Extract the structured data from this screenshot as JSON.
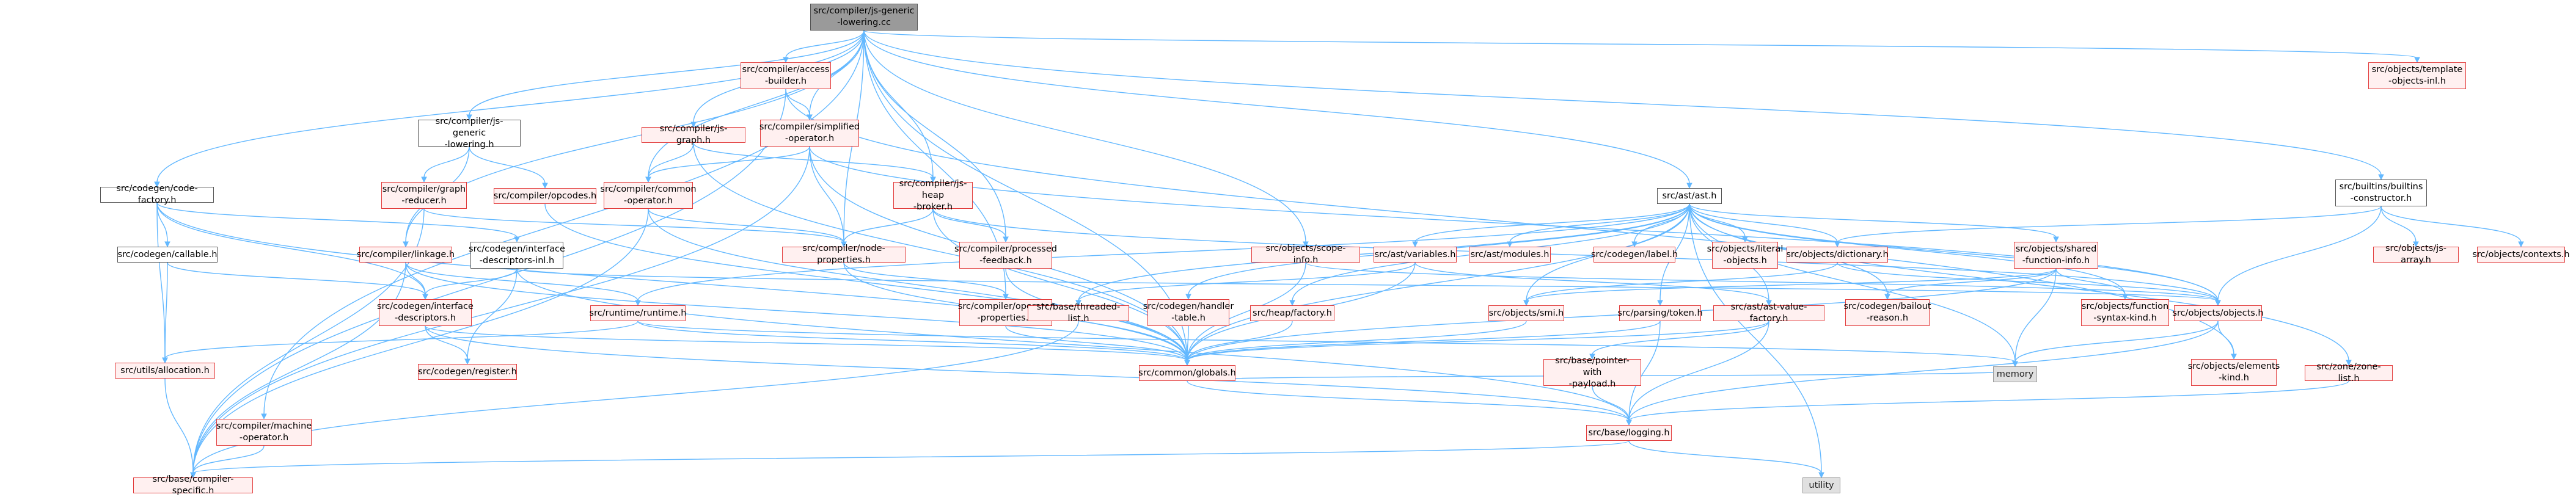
{
  "colors": {
    "edge": "#63b8ff",
    "red_border": "#e23b3b",
    "red_fill": "#fff0f0",
    "dark_border": "#555555",
    "grey_fill": "#e0e0e0",
    "root_fill": "#9a9a9a"
  },
  "nodes": {
    "root": {
      "label": "src/compiler/js-generic\n-lowering.cc",
      "style": "root"
    },
    "access_builder": {
      "label": "src/compiler/access\n-builder.h",
      "style": "red"
    },
    "template_objects": {
      "label": "src/objects/template\n-objects-inl.h",
      "style": "red"
    },
    "jsgl_h": {
      "label": "src/compiler/js-generic\n-lowering.h",
      "style": "dark"
    },
    "jsgraph": {
      "label": "src/compiler/js-graph.h",
      "style": "red"
    },
    "simplified": {
      "label": "src/compiler/simplified\n-operator.h",
      "style": "red"
    },
    "ast": {
      "label": "src/ast/ast.h",
      "style": "dark"
    },
    "builtins_ctor": {
      "label": "src/builtins/builtins\n-constructor.h",
      "style": "dark"
    },
    "code_factory": {
      "label": "src/codegen/code-factory.h",
      "style": "dark"
    },
    "graph_reducer": {
      "label": "src/compiler/graph\n-reducer.h",
      "style": "red"
    },
    "opcodes": {
      "label": "src/compiler/opcodes.h",
      "style": "red"
    },
    "common_op": {
      "label": "src/compiler/common\n-operator.h",
      "style": "red"
    },
    "js_heap_broker": {
      "label": "src/compiler/js-heap\n-broker.h",
      "style": "red"
    },
    "node_props": {
      "label": "src/compiler/node-properties.h",
      "style": "red"
    },
    "processed_fb": {
      "label": "src/compiler/processed\n-feedback.h",
      "style": "red"
    },
    "callable": {
      "label": "src/codegen/callable.h",
      "style": "dark"
    },
    "linkage": {
      "label": "src/compiler/linkage.h",
      "style": "red"
    },
    "iface_desc_inl": {
      "label": "src/codegen/interface\n-descriptors-inl.h",
      "style": "dark"
    },
    "iface_desc": {
      "label": "src/codegen/interface\n-descriptors.h",
      "style": "red"
    },
    "runtime": {
      "label": "src/runtime/runtime.h",
      "style": "red"
    },
    "allocation": {
      "label": "src/utils/allocation.h",
      "style": "red"
    },
    "register": {
      "label": "src/codegen/register.h",
      "style": "red"
    },
    "op_props": {
      "label": "src/compiler/operator\n-properties.h",
      "style": "red"
    },
    "scope_info": {
      "label": "src/objects/scope-info.h",
      "style": "red"
    },
    "variables": {
      "label": "src/ast/variables.h",
      "style": "red"
    },
    "modules": {
      "label": "src/ast/modules.h",
      "style": "red"
    },
    "label_h": {
      "label": "src/codegen/label.h",
      "style": "red"
    },
    "literal_objects": {
      "label": "src/objects/literal\n-objects.h",
      "style": "red"
    },
    "dictionary": {
      "label": "src/objects/dictionary.h",
      "style": "red"
    },
    "shared_fi": {
      "label": "src/objects/shared\n-function-info.h",
      "style": "red"
    },
    "threaded_list": {
      "label": "src/base/threaded-list.h",
      "style": "red"
    },
    "handler_table": {
      "label": "src/codegen/handler\n-table.h",
      "style": "red"
    },
    "heap_factory": {
      "label": "src/heap/factory.h",
      "style": "red"
    },
    "smi": {
      "label": "src/objects/smi.h",
      "style": "red"
    },
    "token": {
      "label": "src/parsing/token.h",
      "style": "red"
    },
    "ast_value_factory": {
      "label": "src/ast/ast-value-factory.h",
      "style": "red"
    },
    "bailout": {
      "label": "src/codegen/bailout\n-reason.h",
      "style": "red"
    },
    "function_kind": {
      "label": "src/objects/function\n-syntax-kind.h",
      "style": "red"
    },
    "objects": {
      "label": "src/objects/objects.h",
      "style": "red"
    },
    "js_array": {
      "label": "src/objects/js-array.h",
      "style": "red"
    },
    "contexts": {
      "label": "src/objects/contexts.h",
      "style": "red"
    },
    "globals": {
      "label": "src/common/globals.h",
      "style": "red"
    },
    "memory": {
      "label": "memory",
      "style": "grey"
    },
    "pointer_payload": {
      "label": "src/base/pointer-with\n-payload.h",
      "style": "red"
    },
    "elements_kind": {
      "label": "src/objects/elements\n-kind.h",
      "style": "red"
    },
    "zone_list": {
      "label": "src/zone/zone-list.h",
      "style": "red"
    },
    "machine_op": {
      "label": "src/compiler/machine\n-operator.h",
      "style": "red"
    },
    "logging": {
      "label": "src/base/logging.h",
      "style": "red"
    },
    "utility": {
      "label": "utility",
      "style": "grey"
    },
    "compiler_specific": {
      "label": "src/base/compiler-specific.h",
      "style": "red"
    }
  },
  "edges": [
    [
      "root",
      "access_builder"
    ],
    [
      "root",
      "template_objects"
    ],
    [
      "root",
      "jsgl_h"
    ],
    [
      "root",
      "jsgraph"
    ],
    [
      "root",
      "simplified"
    ],
    [
      "root",
      "ast"
    ],
    [
      "root",
      "builtins_ctor"
    ],
    [
      "root",
      "code_factory"
    ],
    [
      "root",
      "common_op"
    ],
    [
      "root",
      "js_heap_broker"
    ],
    [
      "root",
      "node_props"
    ],
    [
      "root",
      "processed_fb"
    ],
    [
      "root",
      "linkage"
    ],
    [
      "root",
      "op_props"
    ],
    [
      "root",
      "scope_info"
    ],
    [
      "root",
      "machine_op"
    ],
    [
      "root",
      "globals"
    ],
    [
      "access_builder",
      "simplified"
    ],
    [
      "access_builder",
      "elements_kind"
    ],
    [
      "access_builder",
      "compiler_specific"
    ],
    [
      "jsgl_h",
      "graph_reducer"
    ],
    [
      "jsgl_h",
      "opcodes"
    ],
    [
      "jsgl_h",
      "linkage"
    ],
    [
      "jsgraph",
      "common_op"
    ],
    [
      "jsgraph",
      "js_heap_broker"
    ],
    [
      "jsgraph",
      "globals"
    ],
    [
      "simplified",
      "common_op"
    ],
    [
      "simplified",
      "node_props"
    ],
    [
      "simplified",
      "globals"
    ],
    [
      "simplified",
      "objects"
    ],
    [
      "simplified",
      "compiler_specific"
    ],
    [
      "code_factory",
      "callable"
    ],
    [
      "code_factory",
      "iface_desc"
    ],
    [
      "code_factory",
      "iface_desc_inl"
    ],
    [
      "code_factory",
      "allocation"
    ],
    [
      "code_factory",
      "globals"
    ],
    [
      "graph_reducer",
      "compiler_specific"
    ],
    [
      "graph_reducer",
      "node_props"
    ],
    [
      "opcodes",
      "globals"
    ],
    [
      "common_op",
      "node_props"
    ],
    [
      "common_op",
      "globals"
    ],
    [
      "common_op",
      "compiler_specific"
    ],
    [
      "js_heap_broker",
      "processed_fb"
    ],
    [
      "js_heap_broker",
      "node_props"
    ],
    [
      "js_heap_broker",
      "objects"
    ],
    [
      "js_heap_broker",
      "globals"
    ],
    [
      "node_props",
      "op_props"
    ],
    [
      "node_props",
      "globals"
    ],
    [
      "processed_fb",
      "globals"
    ],
    [
      "callable",
      "iface_desc"
    ],
    [
      "callable",
      "allocation"
    ],
    [
      "linkage",
      "iface_desc"
    ],
    [
      "linkage",
      "runtime"
    ],
    [
      "linkage",
      "globals"
    ],
    [
      "linkage",
      "compiler_specific"
    ],
    [
      "iface_desc_inl",
      "iface_desc"
    ],
    [
      "iface_desc_inl",
      "register"
    ],
    [
      "iface_desc_inl",
      "logging"
    ],
    [
      "iface_desc_inl",
      "objects"
    ],
    [
      "iface_desc",
      "register"
    ],
    [
      "iface_desc",
      "logging"
    ],
    [
      "iface_desc",
      "globals"
    ],
    [
      "runtime",
      "memory"
    ],
    [
      "runtime",
      "allocation"
    ],
    [
      "runtime",
      "globals"
    ],
    [
      "allocation",
      "compiler_specific"
    ],
    [
      "op_props",
      "globals"
    ],
    [
      "scope_info",
      "globals"
    ],
    [
      "scope_info",
      "objects"
    ],
    [
      "ast",
      "variables"
    ],
    [
      "ast",
      "modules"
    ],
    [
      "ast",
      "label_h"
    ],
    [
      "ast",
      "literal_objects"
    ],
    [
      "ast",
      "dictionary"
    ],
    [
      "ast",
      "shared_fi"
    ],
    [
      "ast",
      "threaded_list"
    ],
    [
      "ast",
      "handler_table"
    ],
    [
      "ast",
      "heap_factory"
    ],
    [
      "ast",
      "smi"
    ],
    [
      "ast",
      "token"
    ],
    [
      "ast",
      "ast_value_factory"
    ],
    [
      "ast",
      "bailout"
    ],
    [
      "ast",
      "function_kind"
    ],
    [
      "ast",
      "objects"
    ],
    [
      "ast",
      "globals"
    ],
    [
      "ast",
      "runtime"
    ],
    [
      "ast",
      "zone_list"
    ],
    [
      "ast",
      "utility"
    ],
    [
      "ast",
      "memory"
    ],
    [
      "variables",
      "ast_value_factory"
    ],
    [
      "variables",
      "globals"
    ],
    [
      "variables",
      "threaded_list"
    ],
    [
      "dictionary",
      "smi"
    ],
    [
      "dictionary",
      "objects"
    ],
    [
      "shared_fi",
      "function_kind"
    ],
    [
      "shared_fi",
      "bailout"
    ],
    [
      "shared_fi",
      "memory"
    ],
    [
      "shared_fi",
      "globals"
    ],
    [
      "shared_fi",
      "smi"
    ],
    [
      "threaded_list",
      "compiler_specific"
    ],
    [
      "handler_table",
      "globals"
    ],
    [
      "heap_factory",
      "globals"
    ],
    [
      "smi",
      "globals"
    ],
    [
      "token",
      "globals"
    ],
    [
      "token",
      "logging"
    ],
    [
      "ast_value_factory",
      "pointer_payload"
    ],
    [
      "ast_value_factory",
      "logging"
    ],
    [
      "ast_value_factory",
      "globals"
    ],
    [
      "pointer_payload",
      "logging"
    ],
    [
      "objects",
      "memory"
    ],
    [
      "objects",
      "elements_kind"
    ],
    [
      "objects",
      "logging"
    ],
    [
      "builtins_ctor",
      "js_array"
    ],
    [
      "builtins_ctor",
      "contexts"
    ],
    [
      "builtins_ctor",
      "objects"
    ],
    [
      "builtins_ctor",
      "dictionary"
    ],
    [
      "zone_list",
      "logging"
    ],
    [
      "globals",
      "logging"
    ],
    [
      "globals",
      "memory"
    ],
    [
      "machine_op",
      "compiler_specific"
    ],
    [
      "logging",
      "utility"
    ],
    [
      "logging",
      "compiler_specific"
    ]
  ]
}
